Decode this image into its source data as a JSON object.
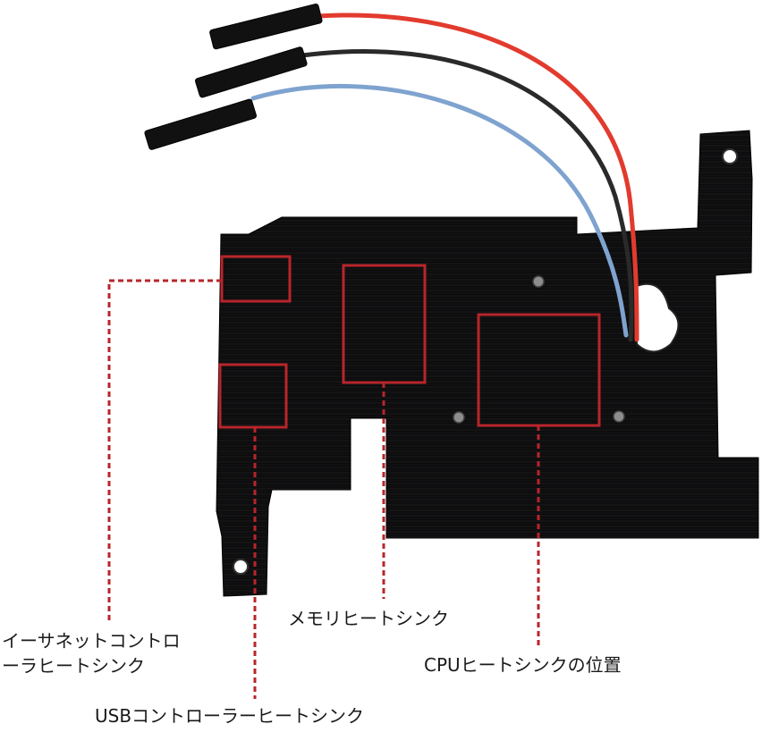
{
  "labels": {
    "ethernet_line1": "イーサネットコントロ",
    "ethernet_line2": "ーラヒートシンク",
    "usb": "USBコントローラーヒートシンク",
    "memory": "メモリヒートシンク",
    "cpu": "CPUヒートシンクの位置"
  },
  "colors": {
    "plate": "#0b0b0c",
    "callout": "#b8252a",
    "wire_red": "#e23b2e",
    "wire_black": "#2a2a2a",
    "wire_blue": "#7fa3cf"
  }
}
